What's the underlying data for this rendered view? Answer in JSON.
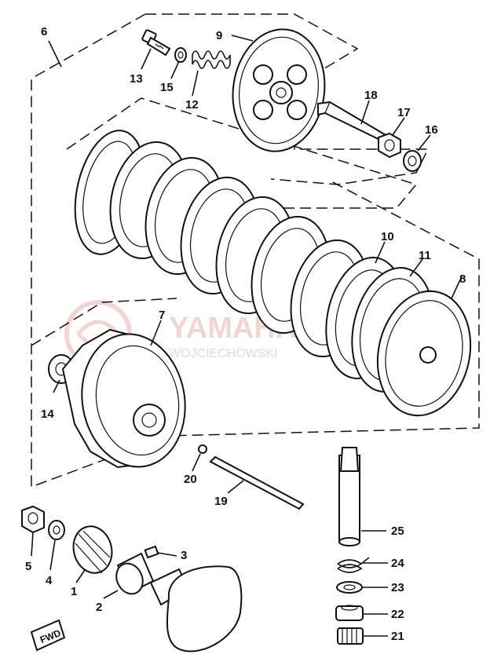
{
  "watermark": {
    "brand": "YAMAHA",
    "sub": "WOJCIECHOWSKI"
  },
  "fwd_label": "FWD",
  "labels": {
    "p1": "1",
    "p2": "2",
    "p3": "3",
    "p4": "4",
    "p5": "5",
    "p6": "6",
    "p7": "7",
    "p8": "8",
    "p9": "9",
    "p10": "10",
    "p11": "11",
    "p12": "12",
    "p13": "13",
    "p14": "14",
    "p15": "15",
    "p16": "16",
    "p17": "17",
    "p18": "18",
    "p19": "19",
    "p20": "20",
    "p21": "21",
    "p22": "22",
    "p23": "23",
    "p24": "24",
    "p25": "25"
  },
  "colors": {
    "line": "#111111",
    "watermark": "#e8b9b9",
    "background": "#ffffff"
  }
}
